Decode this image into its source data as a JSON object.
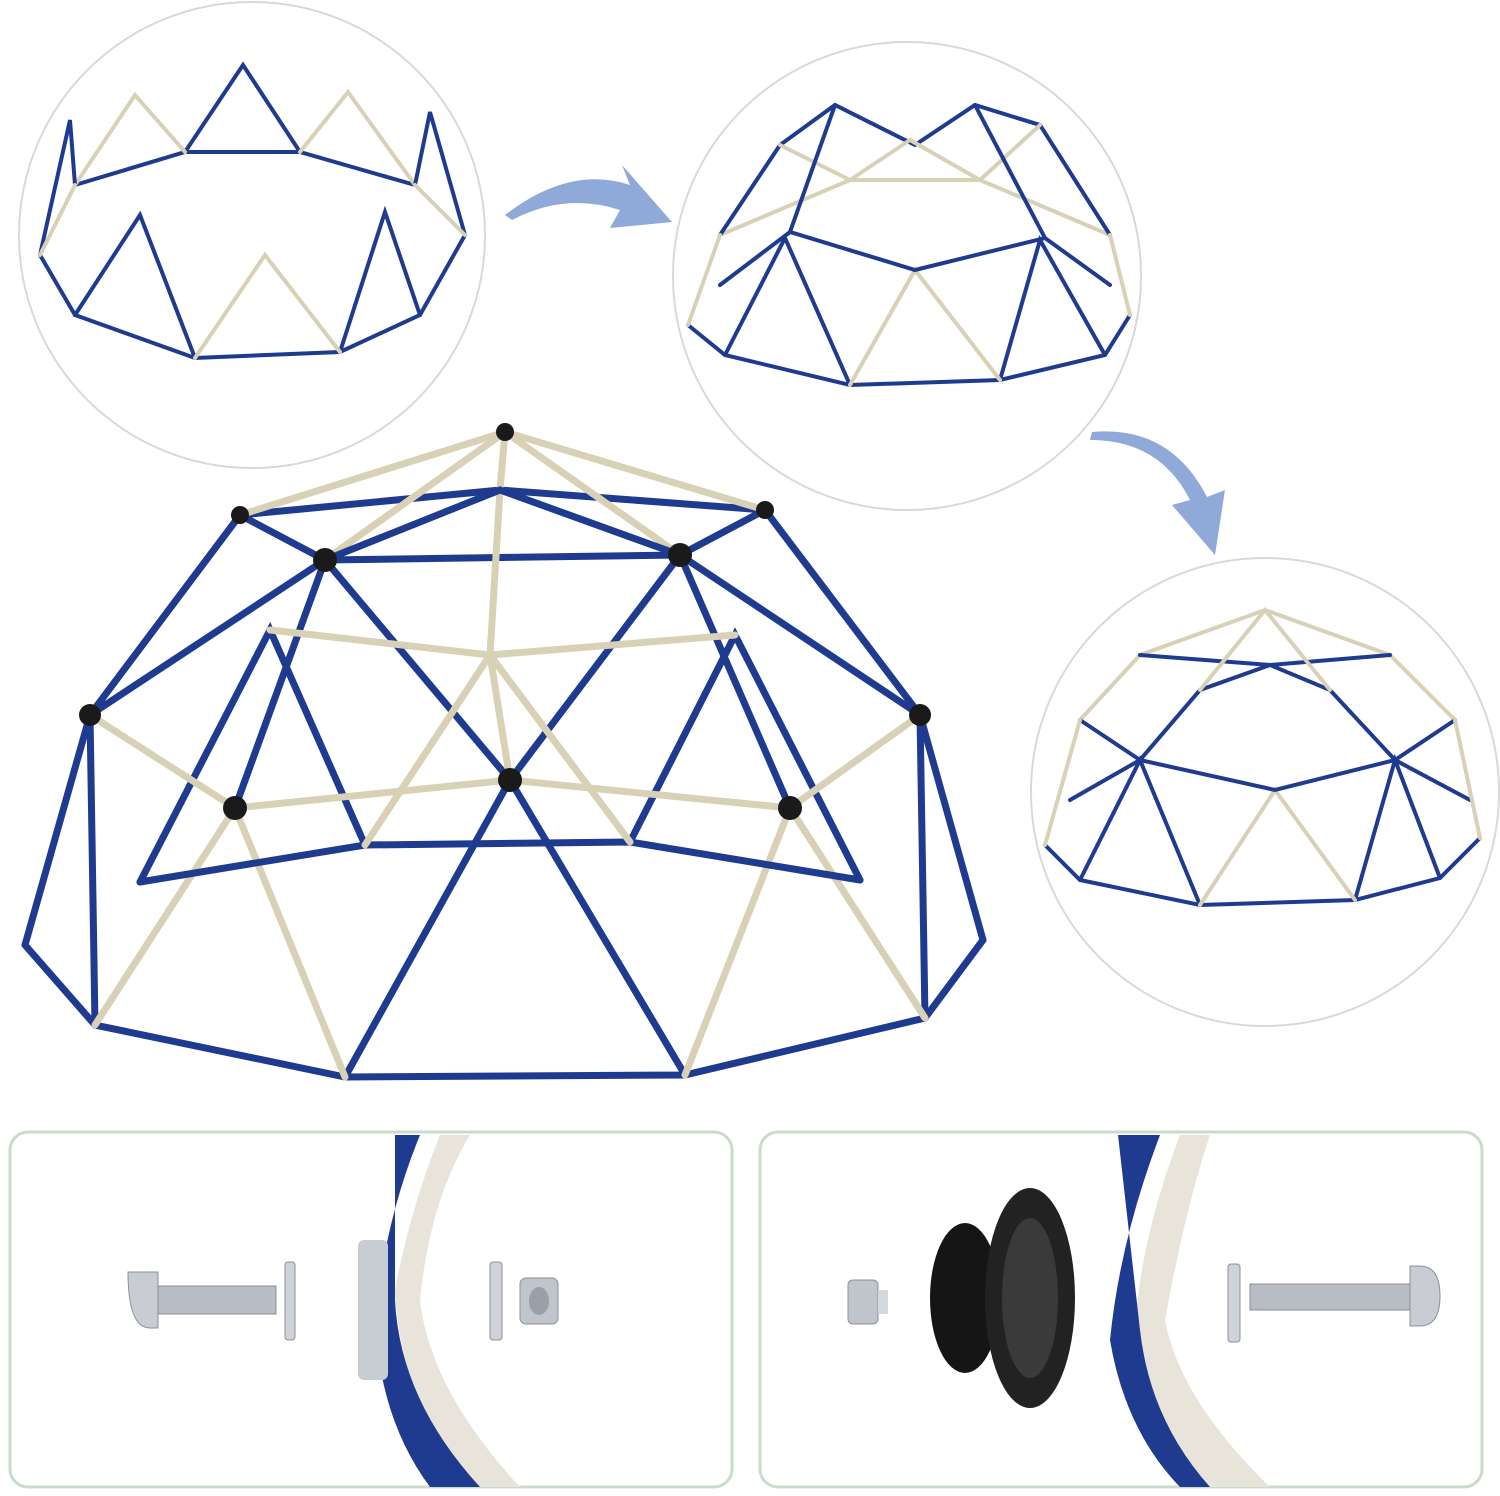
{
  "colors": {
    "frame_blue": "#1f3b8f",
    "frame_beige": "#d9d1b5",
    "arrow": "#8fa9d8",
    "panel_border": "#c9dccb",
    "connector": "#1a1a1a",
    "metal": "#b8bcc4"
  },
  "stages": [
    {
      "name": "step-1-base-ring"
    },
    {
      "name": "step-2-middle-layer"
    },
    {
      "name": "step-3-completed-dome"
    }
  ],
  "main_illustration": {
    "name": "assembled-climbing-dome"
  },
  "detail_panels": [
    {
      "name": "bolt-assembly-detail",
      "parts": [
        "bolt-icon",
        "washer-icon",
        "frame-joint",
        "washer-icon",
        "nut-icon"
      ]
    },
    {
      "name": "cap-connector-detail",
      "parts": [
        "nut-icon",
        "rubber-cap-icon",
        "frame-joint",
        "washer-icon",
        "bolt-icon"
      ]
    }
  ]
}
